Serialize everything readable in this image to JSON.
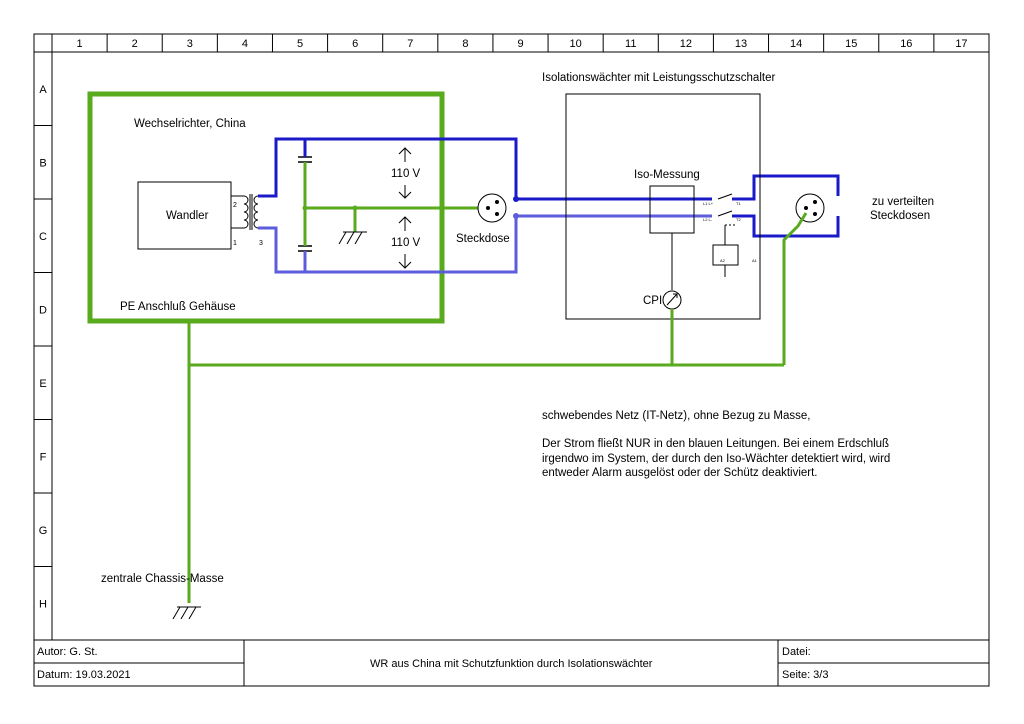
{
  "grid": {
    "columns": [
      "1",
      "2",
      "3",
      "4",
      "5",
      "6",
      "7",
      "8",
      "9",
      "10",
      "11",
      "12",
      "13",
      "14",
      "15",
      "16",
      "17"
    ],
    "rows": [
      "A",
      "B",
      "C",
      "D",
      "E",
      "F",
      "G",
      "H"
    ]
  },
  "labels": {
    "inverter": "Wechselrichter, China",
    "converter": "Wandler",
    "voltage_top": "110 V",
    "voltage_bottom": "110 V",
    "socket": "Steckdose",
    "pe_housing": "PE Anschluß Gehäuse",
    "chassis_ground": "zentrale Chassis-Masse",
    "iso_monitor": "Isolationswächter mit Leistungsschutzschalter",
    "iso_measurement": "Iso-Messung",
    "cpi": "CPI",
    "outlets_line1": "zu verteilten",
    "outlets_line2": "Steckdosen",
    "transformer_pin_top": "2",
    "transformer_pin_bottom": "1",
    "transformer_pin_right": "3"
  },
  "note": {
    "line1": "schwebendes Netz (IT-Netz), ohne Bezug zu Masse,",
    "line2": "Der Strom fließt NUR in den blauen Leitungen. Bei einem Erdschluß",
    "line3": "irgendwo im System, der durch den Iso-Wächter detektiert wird, wird",
    "line4": "entweder Alarm ausgelöst oder der Schütz deaktiviert."
  },
  "title_block": {
    "author": "Autor: G. St.",
    "date": "Datum: 19.03.2021",
    "title": "WR aus China mit Schutzfunktion durch Isolationswächter",
    "file": "Datei:",
    "page": "Seite: 3/3"
  },
  "colors": {
    "pe_green": "#5aaa1e",
    "line_blue": "#1a1ac8",
    "neutral_blue": "#5c5cdc",
    "frame": "#000000"
  }
}
